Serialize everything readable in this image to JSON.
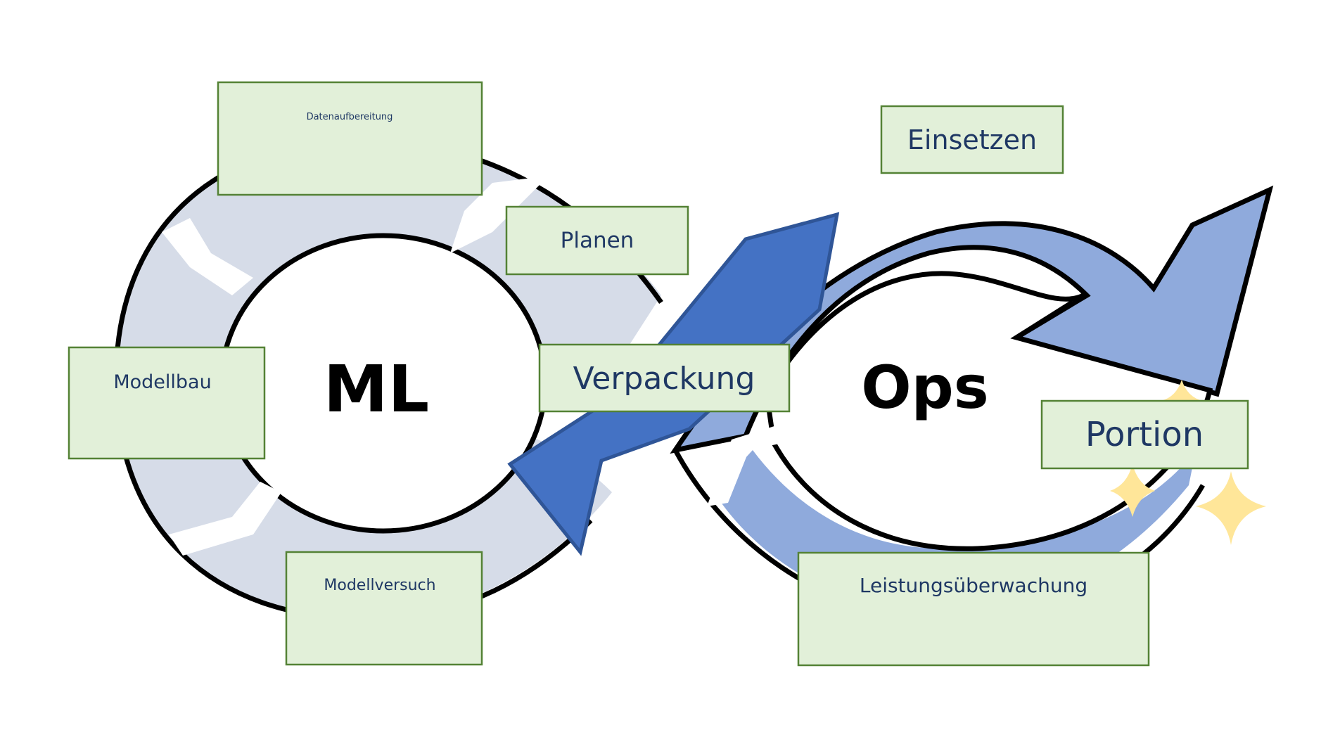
{
  "center": {
    "left": "ML",
    "right": "Ops"
  },
  "stages": {
    "datenaufbereitung": "Datenaufbereitung",
    "planen": "Planen",
    "modellbau": "Modellbau",
    "modellversuch": "Modellversuch",
    "verpackung": "Verpackung",
    "einsetzen": "Einsetzen",
    "portion": "Portion",
    "leistung": "Leistungsüberwachung"
  },
  "colors": {
    "ml_loop": "#d6dce8",
    "ops_loop": "#8faadc",
    "cross_band": "#4472c4",
    "box_fill": "#e2f0d9",
    "box_stroke": "#548235",
    "label": "#1f3864",
    "sparkle": "#ffe699"
  }
}
